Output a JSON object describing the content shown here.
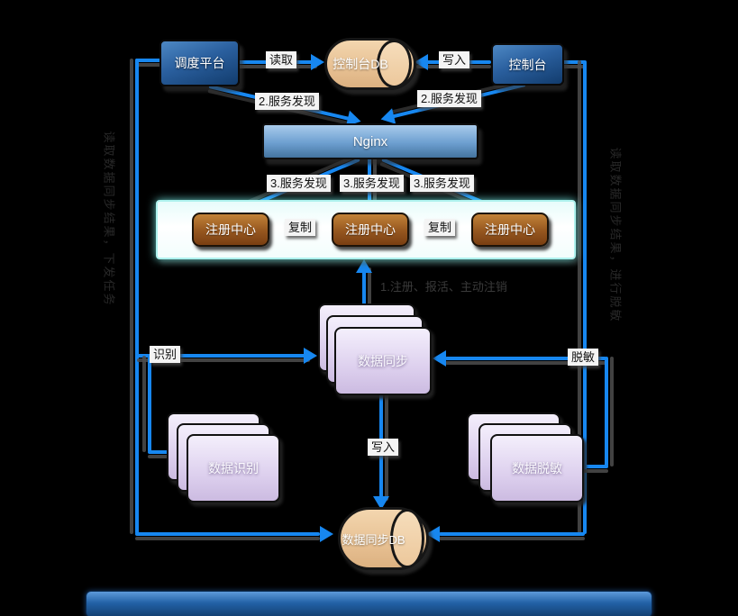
{
  "diagram": {
    "nodes": {
      "scheduler": "调度平台",
      "console_db": "控制台DB",
      "console": "控制台",
      "nginx": "Nginx",
      "registry_1": "注册中心",
      "registry_2": "注册中心",
      "registry_3": "注册中心",
      "data_sync": "数据同步",
      "data_identify": "数据识别",
      "data_mask": "数据脱敏",
      "sync_db": "数据同步DB"
    },
    "labels": {
      "read": "读取",
      "write": "写入",
      "service_discovery_2_left": "2.服务发现",
      "service_discovery_2_right": "2.服务发现",
      "service_discovery_3_a": "3.服务发现",
      "service_discovery_3_b": "3.服务发现",
      "service_discovery_3_c": "3.服务发现",
      "replicate_left": "复制",
      "replicate_right": "复制",
      "register_note": "1.注册、报活、主动注销",
      "identify": "识别",
      "mask": "脱敏",
      "write_db": "写入",
      "left_side_note": "读取数据同步结果，下发任务",
      "right_side_note": "读取数据同步结果，进行脱敏"
    },
    "colors": {
      "line_blue": "#1787f0",
      "node_blue": "#2a5f9e",
      "registry_brown": "#95561f",
      "cylinder_tan": "#e8c69d",
      "stack_purple": "#d8cbe9",
      "panel_cyan": "#aef2ee",
      "background": "#000000"
    }
  }
}
